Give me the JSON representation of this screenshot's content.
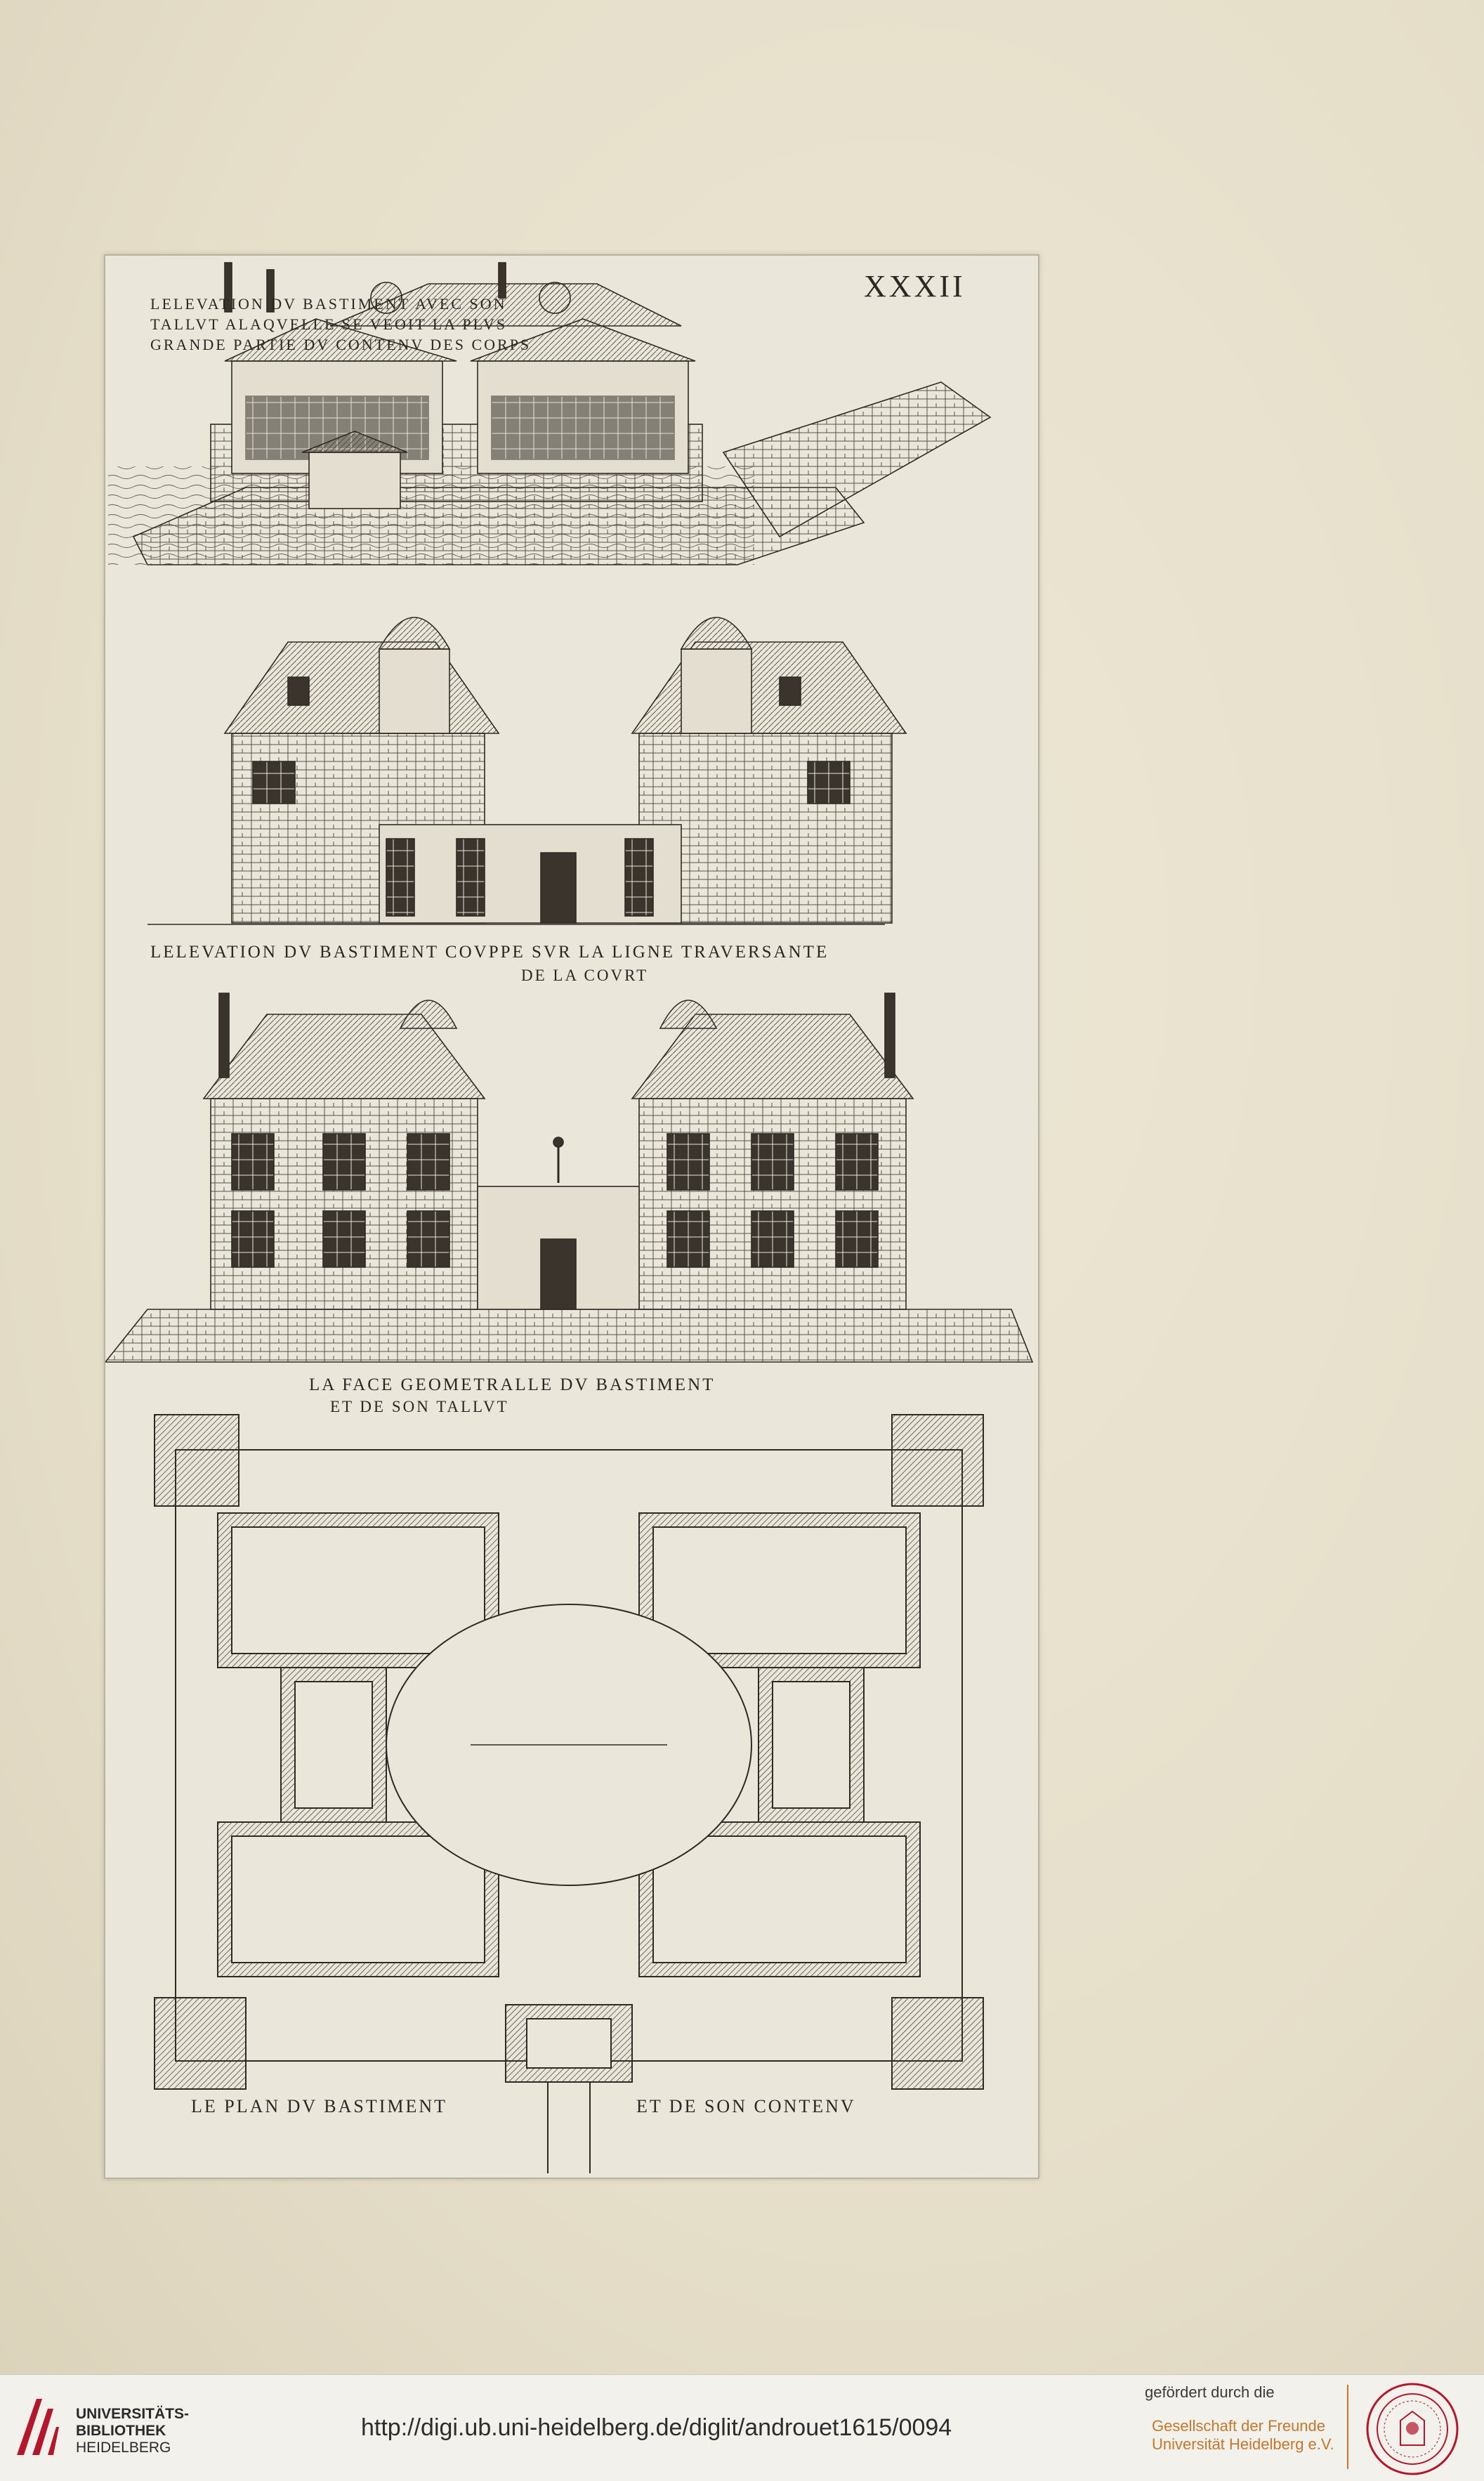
{
  "plate": {
    "number": "XXXII",
    "captions": {
      "elevation_talus": "Lelevation dv bastiment avec son tallvt alaqvelle se veoit la plvs grande partie dv contenv des corps",
      "section_line1": "Lelevation dv bastiment covppe svr la ligne traversante",
      "section_line2": "de la covrt",
      "facade_line1": "La face geometralle dv bastiment",
      "facade_line2": "et de son tallvt",
      "plan_left": "Le plan dv bastiment",
      "plan_right": "et de son contenv"
    }
  },
  "footer": {
    "library_line1": "UNIVERSITÄTS-",
    "library_line2": "BIBLIOTHEK",
    "library_line3": "HEIDELBERG",
    "url": "http://digi.ub.uni-heidelberg.de/diglit/androuet1615/0094",
    "sponsor_label": "gefördert durch die",
    "sponsor_line1": "Gesellschaft der Freunde",
    "sponsor_line2": "Universität Heidelberg e.V.",
    "accent_color": "#c8772a",
    "logo_color": "#b5162b"
  }
}
